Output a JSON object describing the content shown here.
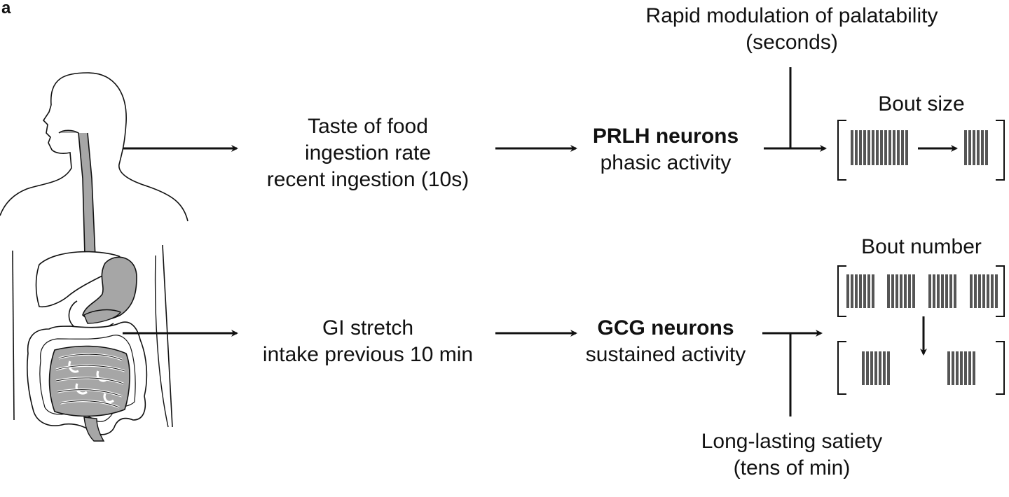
{
  "panel_label": "a",
  "top_row": {
    "inputs": [
      "Taste of food",
      "ingestion rate",
      "recent ingestion (10s)"
    ],
    "neuron_name": "PRLH neurons",
    "neuron_activity": "phasic activity",
    "modulator": [
      "Rapid modulation of palatability",
      "(seconds)"
    ],
    "outcome_title": "Bout size"
  },
  "bottom_row": {
    "inputs": [
      "GI stretch",
      "intake previous 10 min"
    ],
    "neuron_name": "GCG neurons",
    "neuron_activity": "sustained activity",
    "modulator": [
      "Long-lasting satiety",
      "(tens of min)"
    ],
    "outcome_title": "Bout number"
  },
  "colors": {
    "ink": "#111111",
    "gi_fill": "#a6a6a6",
    "bar_fill": "#555555"
  }
}
